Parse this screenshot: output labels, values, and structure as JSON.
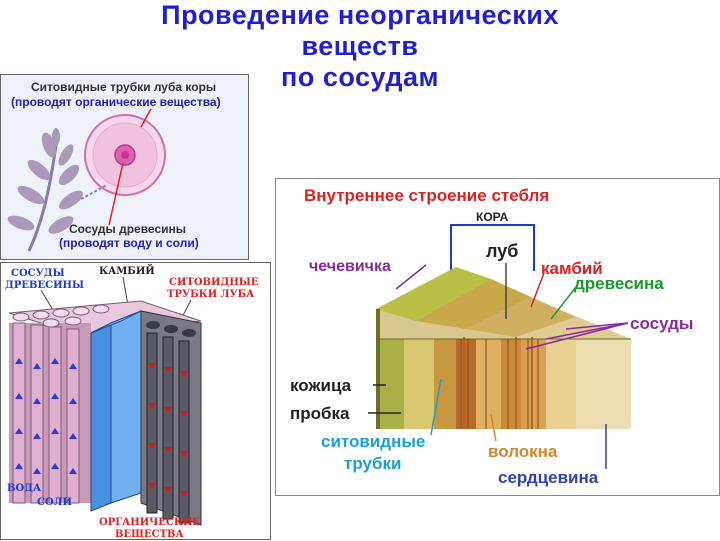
{
  "title": {
    "line1": "Проведение неорганических",
    "line2": "веществ",
    "line3": "по сосудам"
  },
  "panel_plant": {
    "sieve_label": "Ситовидные трубки луба коры",
    "sieve_note": "(проводят органические вещества)",
    "vessel_label": "Сосуды древесины",
    "vessel_note": "(проводят воду и соли)"
  },
  "panel_tissue": {
    "vessels_label_1": "СОСУДЫ",
    "vessels_label_2": "ДРЕВЕСИНЫ",
    "cambium_label": "КАМБИЙ",
    "sieve_label_1": "СИТОВИДНЫЕ",
    "sieve_label_2": "ТРУБКИ ЛУБА",
    "water_label": "ВОДА",
    "salts_label": "СОЛИ",
    "organic_label_1": "ОРГАНИЧЕСКИЕ",
    "organic_label_2": "ВЕЩЕСТВА"
  },
  "panel_stem": {
    "heading": "Внутреннее строение стебля",
    "bark": "КОРА",
    "lenticel": "чечевичка",
    "phloem": "луб",
    "cambium": "камбий",
    "wood": "древесина",
    "vessels": "сосуды",
    "epidermis": "кожица",
    "cork": "пробка",
    "sieve_1": "ситовидные",
    "sieve_2": "трубки",
    "fibers": "волокна",
    "pith": "сердцевина"
  },
  "colors": {
    "title": "#1f1fd0",
    "red": "#e02020",
    "blue_note": "#2020c0",
    "purple": "#8a2aa0",
    "green": "#1a9a2a",
    "cyan": "#1aa0d8",
    "orange": "#d08a2a",
    "navy": "#3040b0"
  }
}
